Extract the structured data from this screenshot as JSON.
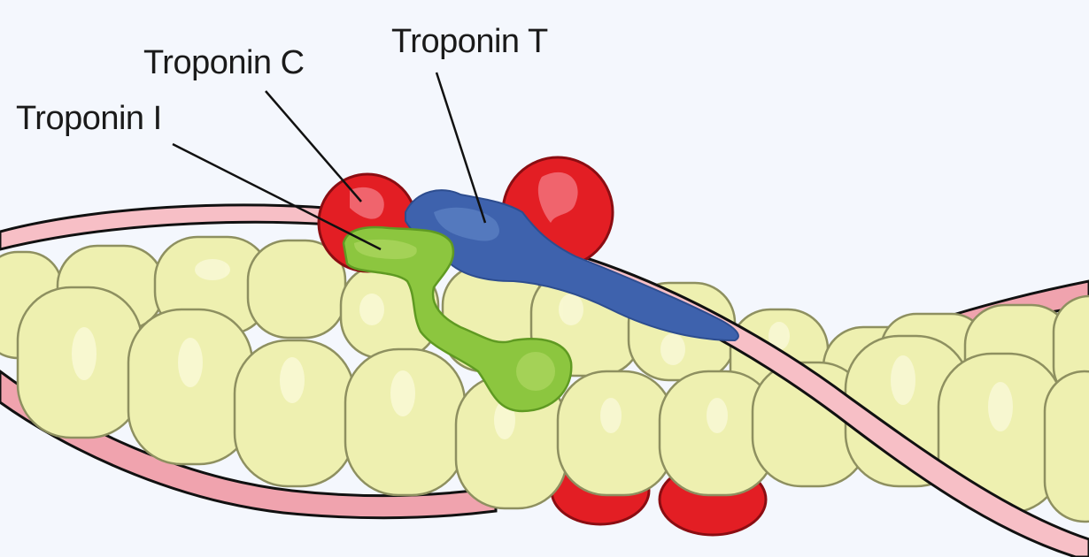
{
  "diagram": {
    "subject": "Troponin complex on actin thin filament with tropomyosin",
    "labels": {
      "troponin_t": "Troponin T",
      "troponin_c": "Troponin C",
      "troponin_i": "Troponin I"
    },
    "colors": {
      "background": "#f4f7fd",
      "actin_fill": "#eef0b0",
      "actin_stroke": "#8e9060",
      "actin_highlight": "#f8f8d4",
      "tropomyosin": "#f7bfc6",
      "tropomyosin_dark": "#f0a3ae",
      "outline": "#111111",
      "troponin_c_red": "#e31e24",
      "troponin_c_highlight": "#f0646d",
      "troponin_t_blue": "#3e62ad",
      "troponin_t_light": "#5a7fc2",
      "troponin_i_green": "#8cc63f",
      "troponin_i_light": "#a8d35c"
    }
  }
}
